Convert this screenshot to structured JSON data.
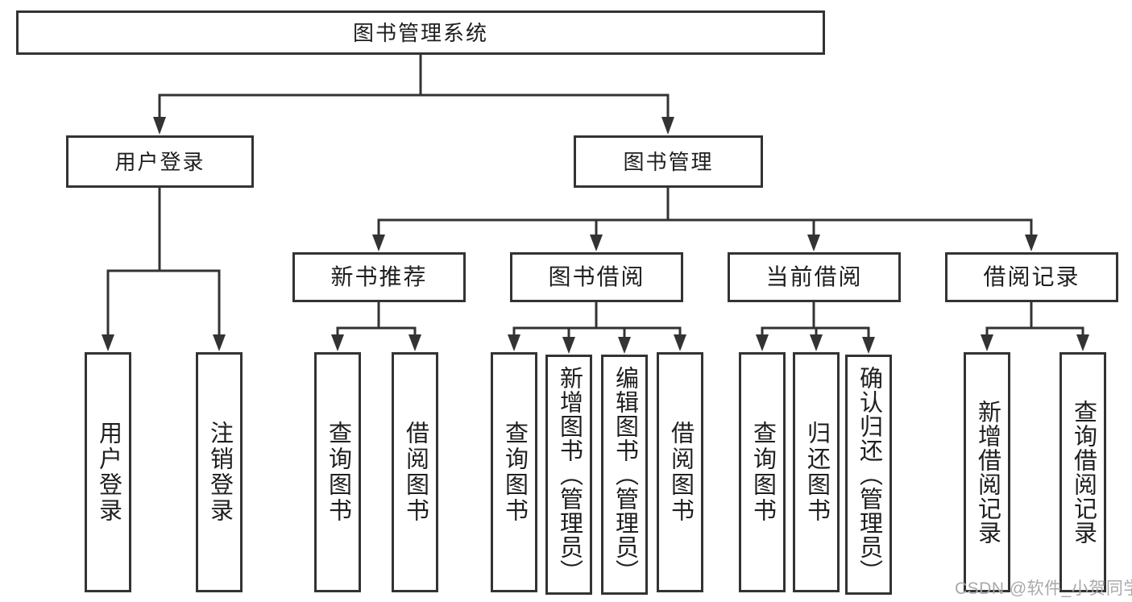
{
  "colors": {
    "background": "#ffffff",
    "line": "#333333",
    "box_border": "#333333",
    "text": "#1e1e1e",
    "watermark": "#a9a9ad"
  },
  "watermark": "CSDN @软件_小贺同学",
  "tree": {
    "root": "图书管理系统",
    "branches": [
      {
        "label": "用户登录",
        "leaves": [
          "用户登录",
          "注销登录"
        ]
      },
      {
        "label": "图书管理",
        "groups": [
          {
            "label": "新书推荐",
            "leaves": [
              "查询图书",
              "借阅图书"
            ]
          },
          {
            "label": "图书借阅",
            "leaves": [
              "查询图书",
              "新增图书（管理员）",
              "编辑图书（管理员）",
              "借阅图书"
            ]
          },
          {
            "label": "当前借阅",
            "leaves": [
              "查询图书",
              "归还图书",
              "确认归还（管理员）"
            ]
          },
          {
            "label": "借阅记录",
            "leaves": [
              "新增借阅记录",
              "查询借阅记录"
            ]
          }
        ]
      }
    ]
  }
}
